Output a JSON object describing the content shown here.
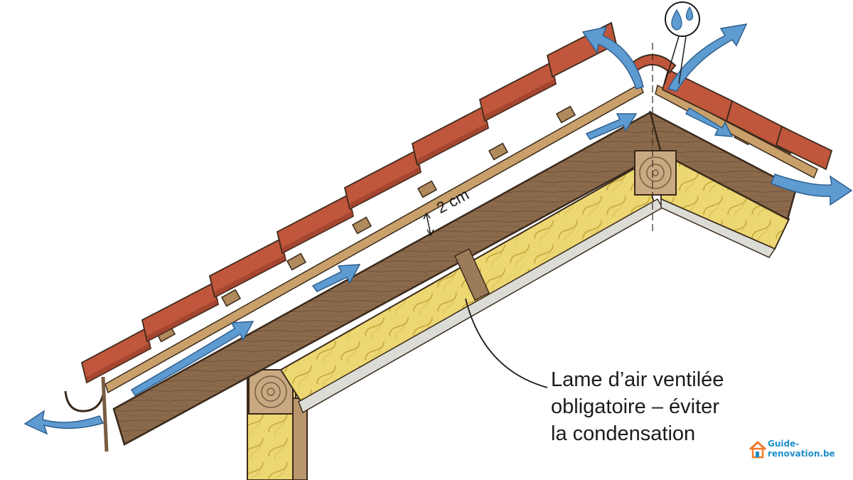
{
  "diagram": {
    "gap_label": "2 cm",
    "caption_lines": [
      "Lame d’air ventilée",
      "obligatoire – éviter",
      "la condensation"
    ],
    "icons": [
      "water-drops-icon",
      "house-logo-icon"
    ]
  },
  "logo": {
    "line1": "Guide-",
    "line2": "renovation.be"
  },
  "colors": {
    "tile": "#c0563b",
    "tile_dark": "#8f3a28",
    "wood": "#8b6a4c",
    "wood_dark": "#5e4530",
    "batten": "#c9a06a",
    "insulation": "#ecd773",
    "air_arrow": "#5e9bd1",
    "logo_blue": "#1f8fc9",
    "logo_orange": "#f07a2c"
  }
}
